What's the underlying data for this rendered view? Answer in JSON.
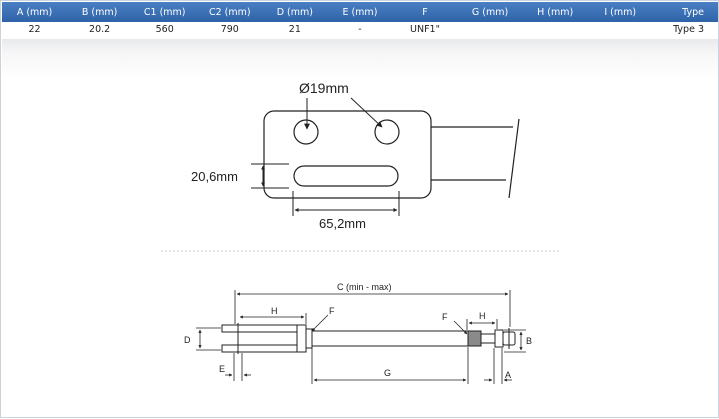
{
  "table": {
    "headers": [
      "A (mm)",
      "B (mm)",
      "C1 (mm)",
      "C2 (mm)",
      "D (mm)",
      "E (mm)",
      "F",
      "G (mm)",
      "H (mm)",
      "I (mm)",
      "Type"
    ],
    "row": [
      "22",
      "20.2",
      "560",
      "790",
      "21",
      "-",
      "UNF1\"",
      "",
      "",
      "",
      "Type 3"
    ]
  },
  "top_drawing": {
    "hole_diameter": "Ø19mm",
    "slot_height": "20,6mm",
    "slot_length": "65,2mm"
  },
  "side_drawing": {
    "c_label": "C (min - max)",
    "h_left": "H",
    "h_right": "H",
    "d_label": "D",
    "e_label": "E",
    "f_left": "F",
    "f_right": "F",
    "g_label": "G",
    "b_label": "B",
    "a_label": "A"
  },
  "colors": {
    "header_bg": "#3a6fb4",
    "line": "#222222"
  }
}
